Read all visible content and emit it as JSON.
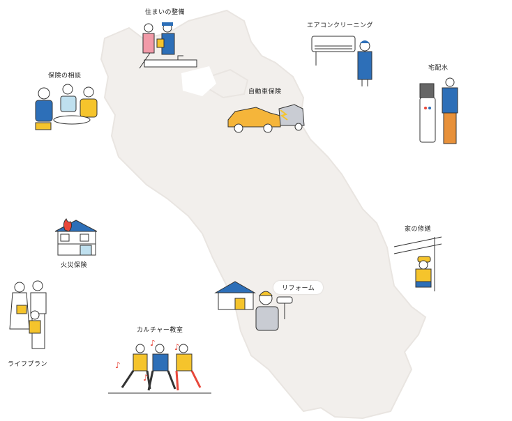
{
  "map": {
    "region_fill": "#f2efec",
    "region_edge": "#e9e5e1"
  },
  "services": [
    {
      "id": "housing",
      "label": "住まいの整備"
    },
    {
      "id": "aircon",
      "label": "エアコンクリーニング"
    },
    {
      "id": "insurance-consult",
      "label": "保険の相談"
    },
    {
      "id": "car-insurance",
      "label": "自動車保険"
    },
    {
      "id": "water",
      "label": "宅配水"
    },
    {
      "id": "fire-insurance",
      "label": "火災保険"
    },
    {
      "id": "home-repair",
      "label": "家の修繕"
    },
    {
      "id": "reform",
      "label": "リフォーム"
    },
    {
      "id": "life-plan",
      "label": "ライフプラン"
    },
    {
      "id": "culture",
      "label": "カルチャー教室"
    }
  ],
  "colors": {
    "blue": "#2d6fb8",
    "yellow": "#f5c42c",
    "red": "#e8473a",
    "pink": "#f29aa8",
    "line": "#333333"
  }
}
